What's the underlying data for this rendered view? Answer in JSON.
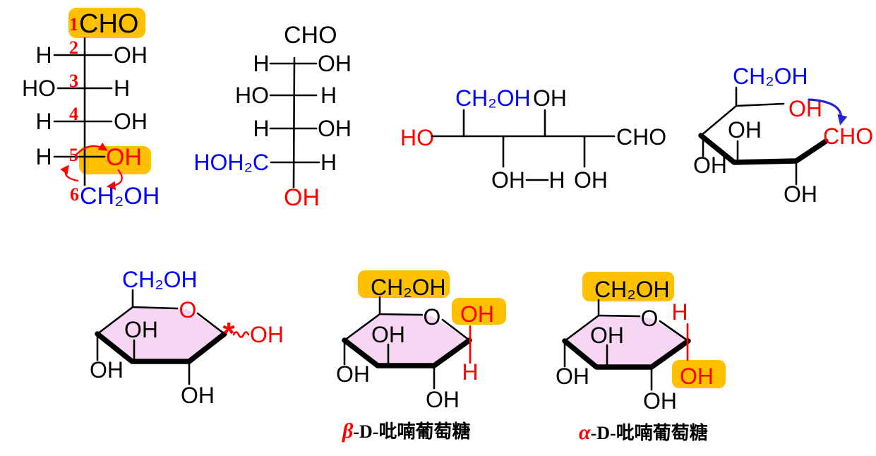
{
  "colors": {
    "black": "#000000",
    "red": "#FE0000",
    "blue": "#0000FE",
    "arrow-blue": "#2323D6",
    "highlight": "#FFC000",
    "ring-fill": "#F6D6F3"
  },
  "fischer_numbered": {
    "num1": "1",
    "num2": "2",
    "num3": "3",
    "num4": "4",
    "num5": "5",
    "num6": "6",
    "c1": "CHO",
    "r2_left": "H",
    "r2_right": "OH",
    "r3_left": "HO",
    "r3_right": "H",
    "r4_left": "H",
    "r4_right": "OH",
    "r5_left": "H",
    "r5_right": "OH",
    "c6": "CH₂OH"
  },
  "fischer_plain": {
    "c1": "CHO",
    "r1_left": "H",
    "r1_right": "OH",
    "r2_left": "HO",
    "r2_right": "H",
    "r3_left": "H",
    "r3_right": "OH",
    "r4_left": "HOH₂C",
    "r4_right": "H",
    "bottom": "OH"
  },
  "open_chain": {
    "ho": "HO",
    "ch2oh": "CH₂OH",
    "oh_up": "OH",
    "cho": "CHO",
    "oh_down_left": "OH",
    "h_down": "H",
    "oh_down_right": "OH"
  },
  "cyclizing": {
    "ch2oh": "CH₂OH",
    "oh_c5": "OH",
    "cho": "CHO",
    "oh_inner": "OH",
    "oh_left": "OH",
    "oh_bottom": "OH"
  },
  "haworth_mixture": {
    "ch2oh": "CH₂OH",
    "ring_o": "O",
    "star": "*",
    "oh_anomeric": "OH",
    "oh_inner": "OH",
    "oh_left": "OH",
    "oh_bottom": "OH"
  },
  "beta_pyranose": {
    "ch2oh": "CH₂OH",
    "ring_o": "O",
    "oh_anomeric": "OH",
    "h_anomeric": "H",
    "oh_inner": "OH",
    "oh_left": "OH",
    "oh_bottom": "OH",
    "label_greek": "β",
    "label_rest": "-D-吡喃葡萄糖"
  },
  "alpha_pyranose": {
    "ch2oh": "CH₂OH",
    "ring_o": "O",
    "h_anomeric": "H",
    "oh_anomeric": "OH",
    "oh_inner": "OH",
    "oh_left": "OH",
    "oh_bottom": "OH",
    "label_greek": "α",
    "label_rest": "-D-吡喃葡萄糖"
  }
}
